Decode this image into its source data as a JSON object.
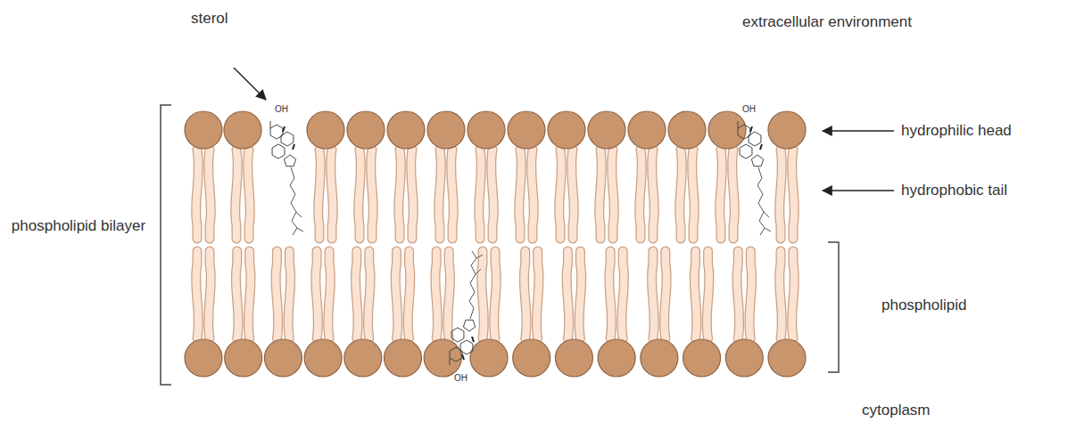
{
  "diagram": {
    "labels": [
      "sterol",
      "extracellular environment",
      "hydrophilic head",
      "hydrophobic tail",
      "phospholipid bilayer",
      "phospholipid",
      "cytoplasm",
      "OH",
      "OH",
      "OH"
    ]
  }
}
